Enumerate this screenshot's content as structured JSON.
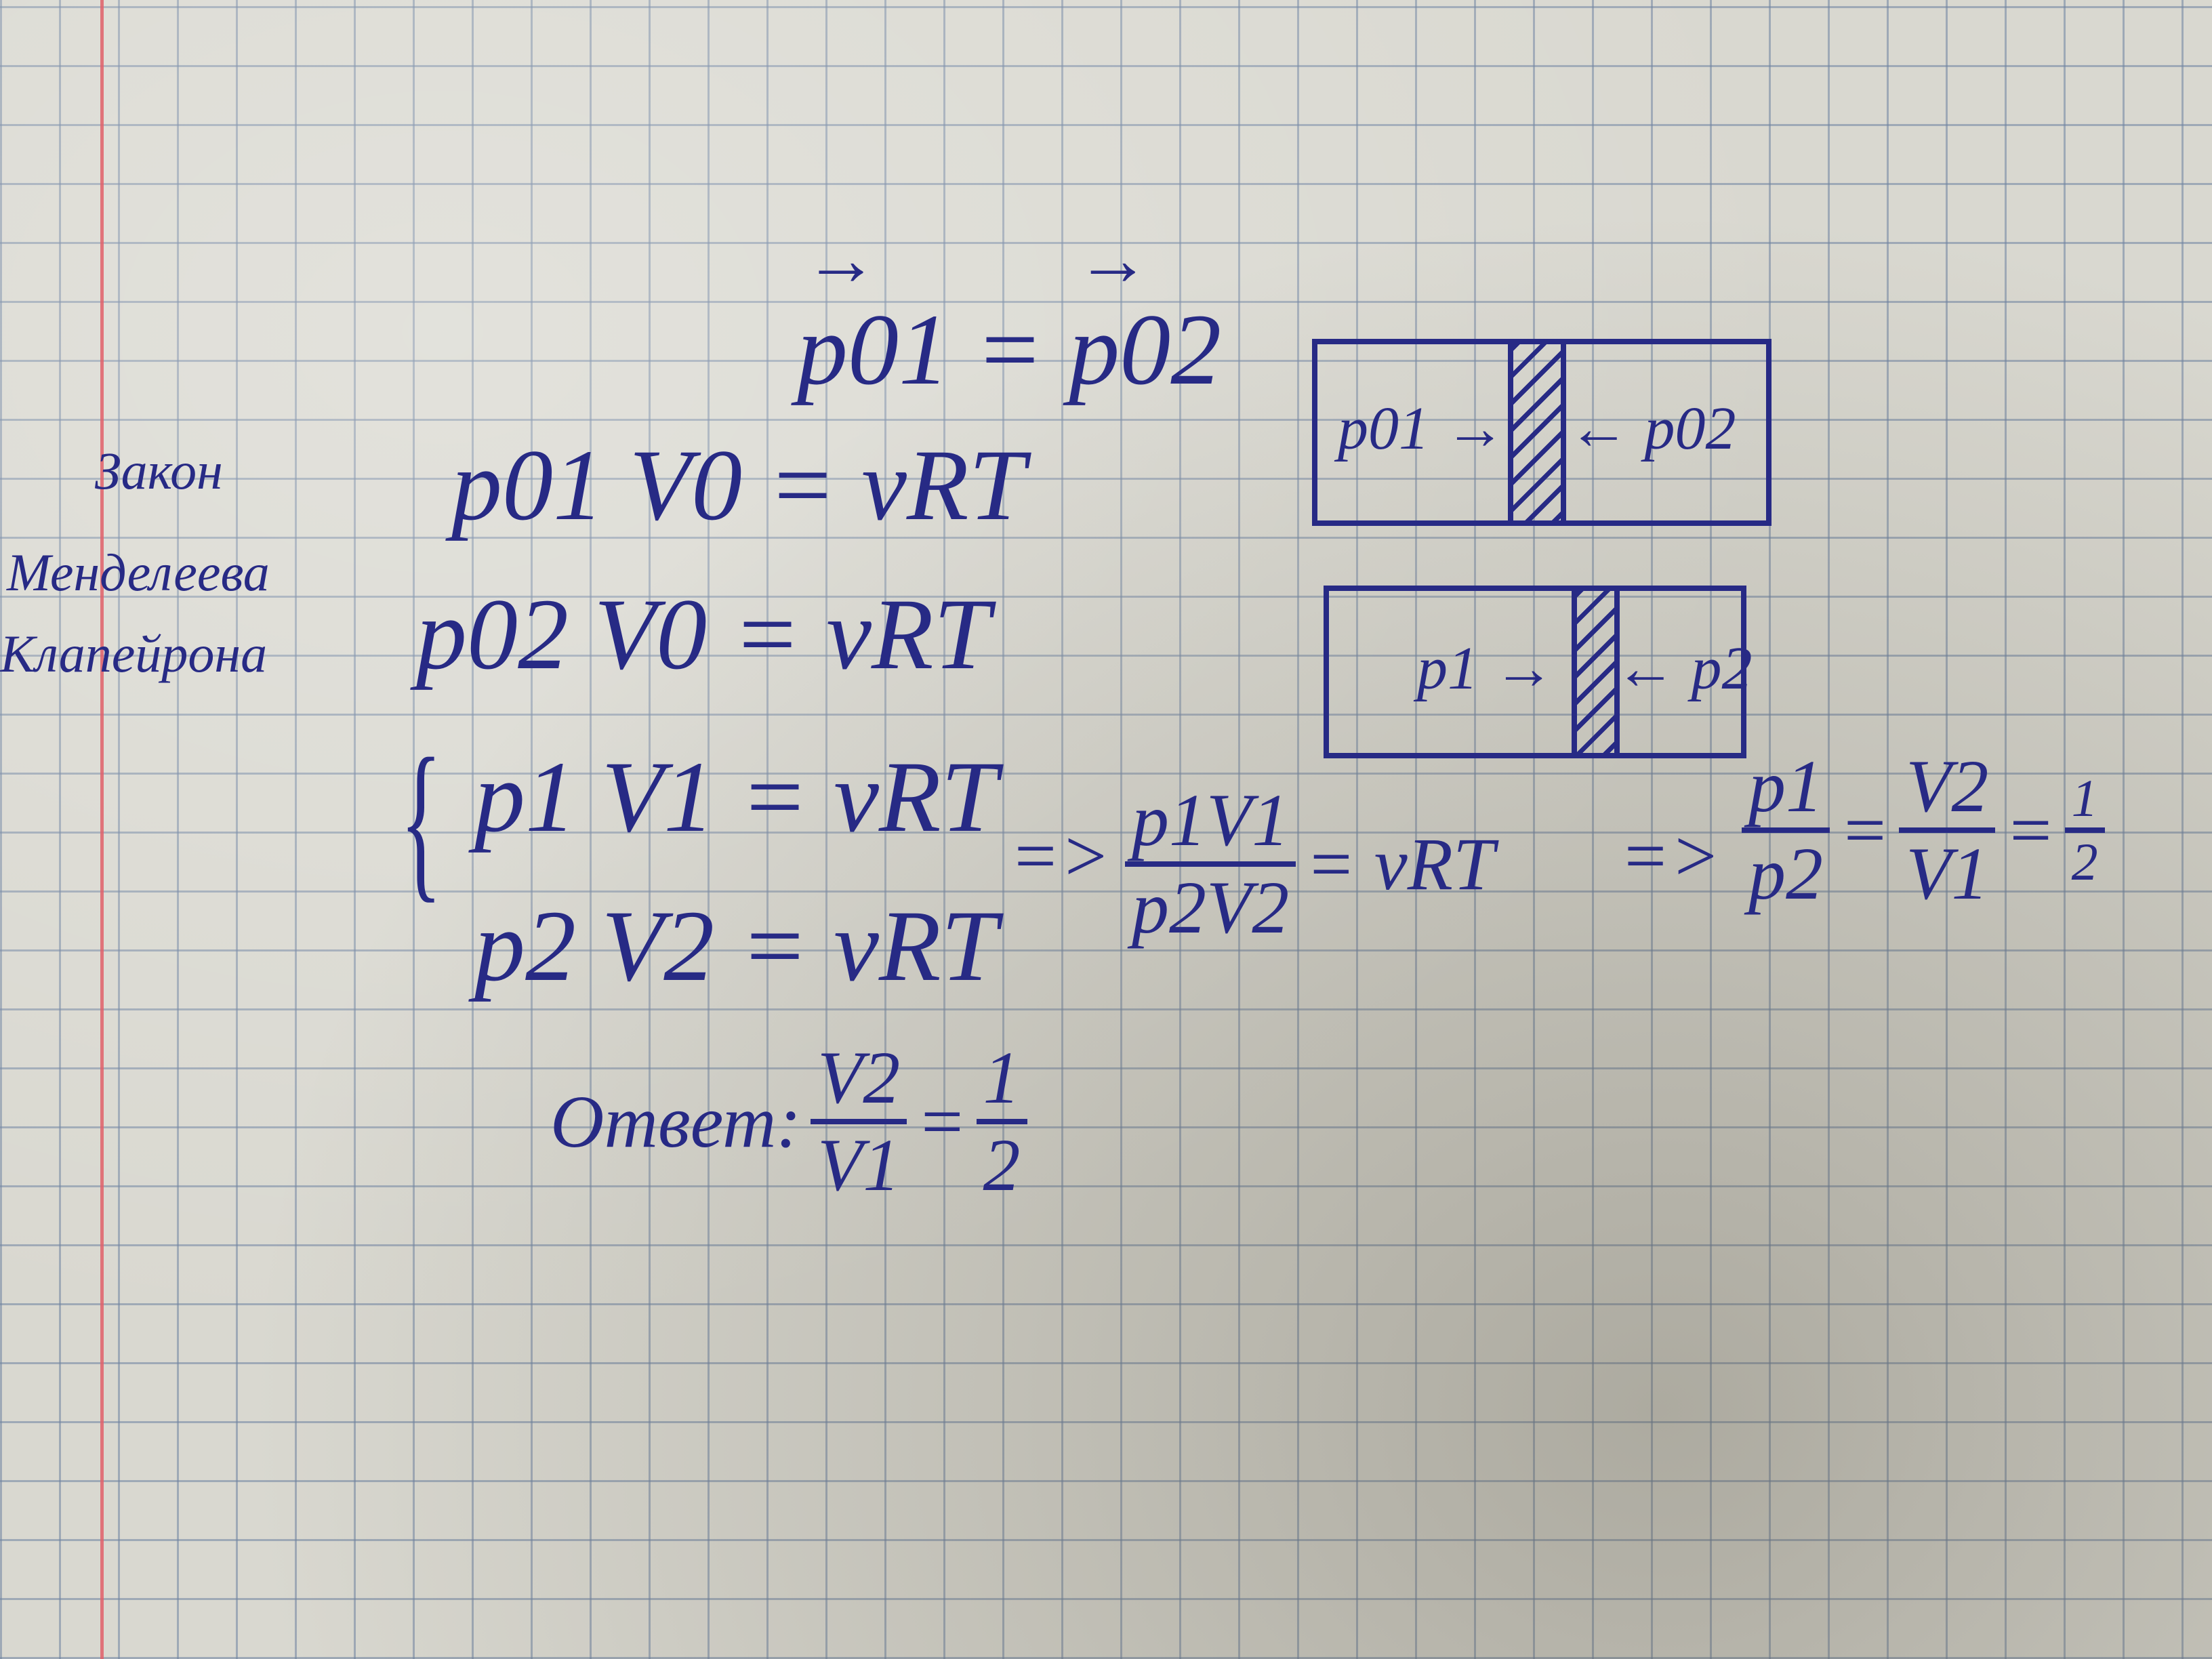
{
  "notes": {
    "momentum_eq": {
      "left": "p01",
      "eq": "=",
      "right": "p02"
    },
    "law_name": [
      "Закон",
      "Менделеева",
      "Клапейрона"
    ],
    "eq1": "p01 V0 = νRT",
    "eq2": "p02 V0 = νRT",
    "system": [
      "p1 V1 = νRT",
      "p2 V2 = νRT"
    ],
    "implies1": "=>",
    "ratio_num": "p1V1",
    "ratio_den": "p2V2",
    "ratio_rhs": "= νRT",
    "implies2": "=>",
    "p_ratio_num": "p1",
    "p_ratio_den": "p2",
    "v_ratio_num": "V2",
    "v_ratio_den": "V1",
    "half_num": "1",
    "half_den": "2",
    "equals": "=",
    "answer_label": "Ответ:",
    "answer_num": "V2",
    "answer_den": "V1",
    "answer_val_num": "1",
    "answer_val_den": "2"
  },
  "diagram": {
    "top": {
      "left_label": "p01 →",
      "right_label": "← p02"
    },
    "bottom": {
      "left_label": "p1 →",
      "right_label": "← p2"
    }
  },
  "colors": {
    "ink": "#272a85",
    "paper": "#d9d8d0",
    "margin": "#e0606a",
    "grid": "#6e82a0"
  }
}
